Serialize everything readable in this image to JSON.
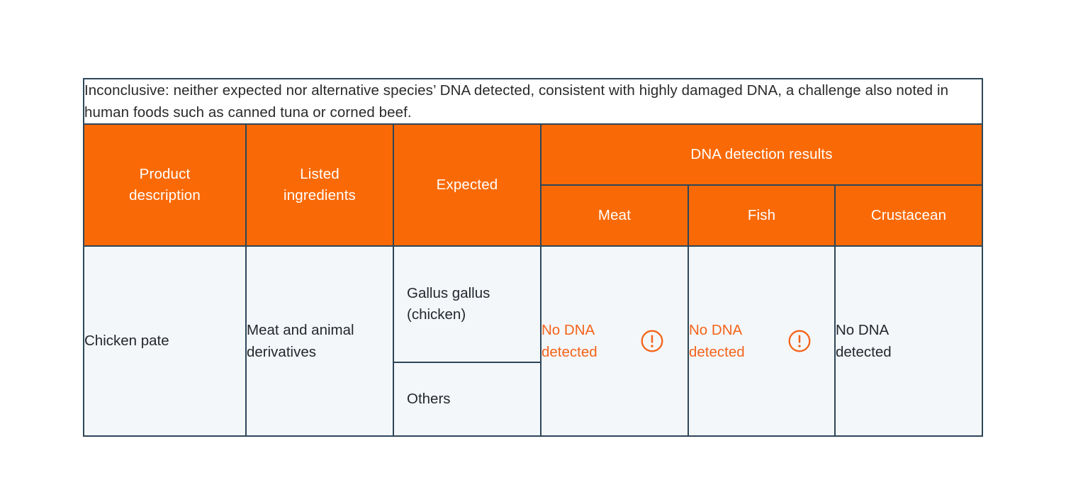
{
  "theme": {
    "header_bg": "#f96a07",
    "header_text": "#ffffff",
    "border": "#2d4659",
    "body_bg": "#f4f7fa",
    "body_text": "#23282d",
    "alert_text": "#f4631a",
    "page_bg": "#ffffff"
  },
  "table": {
    "caption": "Inconclusive: neither expected nor alternative species’ DNA detected, consistent with highly damaged DNA, a challenge also noted in human foods such as canned tuna or corned beef.",
    "headers": {
      "product_description": "Product description",
      "product_description_line1": "Product",
      "product_description_line2": "description",
      "listed_ingredients": "Listed ingredients",
      "listed_ingredients_line1": "Listed",
      "listed_ingredients_line2": "ingredients",
      "expected": "Expected",
      "dna_group": "DNA detection results",
      "meat": "Meat",
      "fish": "Fish",
      "crustacean": "Crustacean"
    },
    "rows": [
      {
        "product_description": "Chicken pate",
        "listed_ingredients": "Meat and animal derivatives",
        "expected": [
          "Gallus gallus (chicken)",
          "Others"
        ],
        "results": {
          "meat": {
            "text": "No DNA detected",
            "alert": true,
            "icon": "alert-circle-icon"
          },
          "fish": {
            "text": "No DNA detected",
            "alert": true,
            "icon": "alert-circle-icon"
          },
          "crustacean": {
            "text": "No DNA detected",
            "alert": false,
            "icon": null
          }
        }
      }
    ]
  }
}
